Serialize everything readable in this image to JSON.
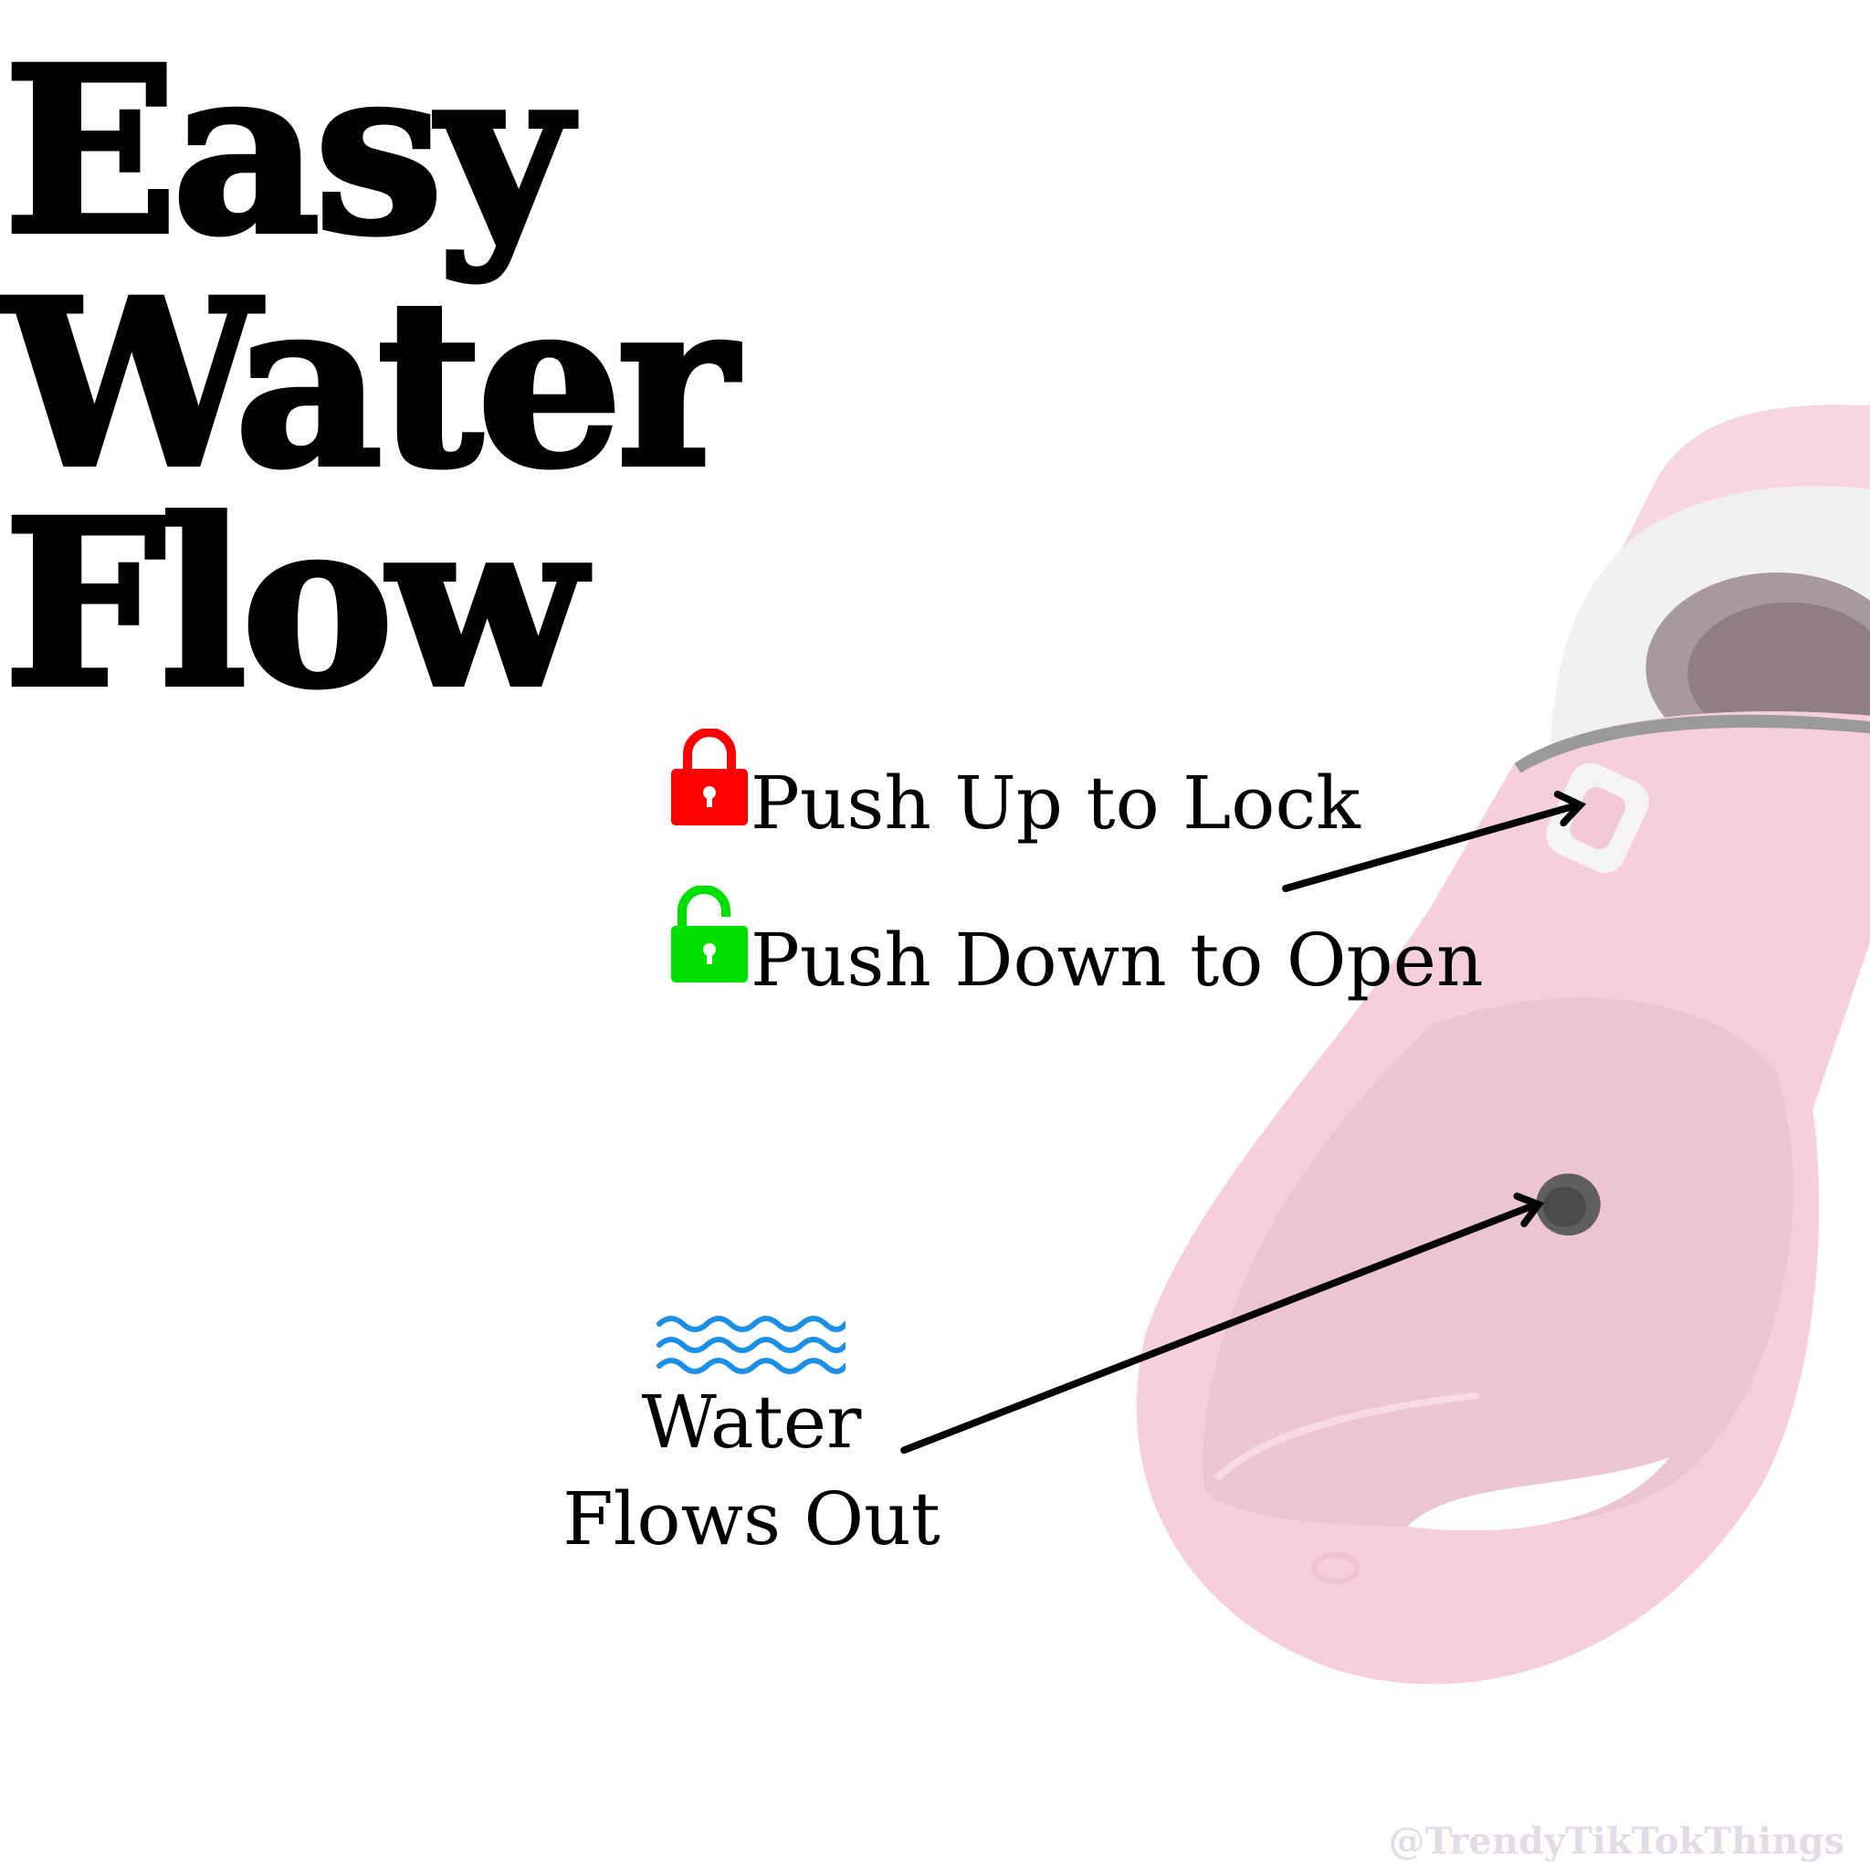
{
  "title": {
    "line1": "Easy",
    "line2": "Water",
    "line3": "Flow"
  },
  "callouts": {
    "lock": {
      "label": "Push Up to Lock",
      "icon": "lock-closed-icon",
      "color": "#ff0000"
    },
    "open": {
      "label": "Push Down to Open",
      "icon": "lock-open-icon",
      "color": "#00e000"
    },
    "water": {
      "line1": "Water",
      "line2": "Flows Out",
      "icon": "water-waves-icon",
      "color": "#1a8fe8"
    }
  },
  "product": {
    "color": "#f6cfdb"
  },
  "watermark": "@TrendyTikTokThings"
}
